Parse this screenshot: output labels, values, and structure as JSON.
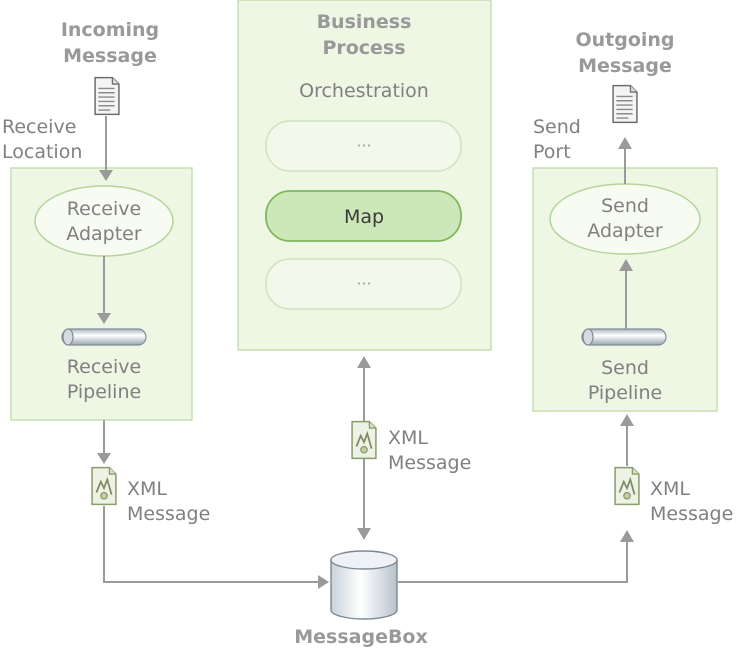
{
  "incoming": {
    "title_line1": "Incoming",
    "title_line2": "Message",
    "receive_location_line1": "Receive",
    "receive_location_line2": "Location",
    "adapter_line1": "Receive",
    "adapter_line2": "Adapter",
    "pipeline_line1": "Receive",
    "pipeline_line2": "Pipeline",
    "xml_line1": "XML",
    "xml_line2": "Message"
  },
  "business": {
    "title_line1": "Business",
    "title_line2": "Process",
    "orchestration": "Orchestration",
    "step_top": "···",
    "step_map": "Map",
    "step_bottom": "···",
    "xml_line1": "XML",
    "xml_line2": "Message"
  },
  "outgoing": {
    "title_line1": "Outgoing",
    "title_line2": "Message",
    "send_port_line1": "Send",
    "send_port_line2": "Port",
    "adapter_line1": "Send",
    "adapter_line2": "Adapter",
    "pipeline_line1": "Send",
    "pipeline_line2": "Pipeline",
    "xml_line1": "XML",
    "xml_line2": "Message"
  },
  "messagebox": {
    "label": "MessageBox"
  },
  "icons": [
    "document-icon",
    "xml-document-icon",
    "pipe-icon",
    "database-icon",
    "arrow-head-icon"
  ]
}
